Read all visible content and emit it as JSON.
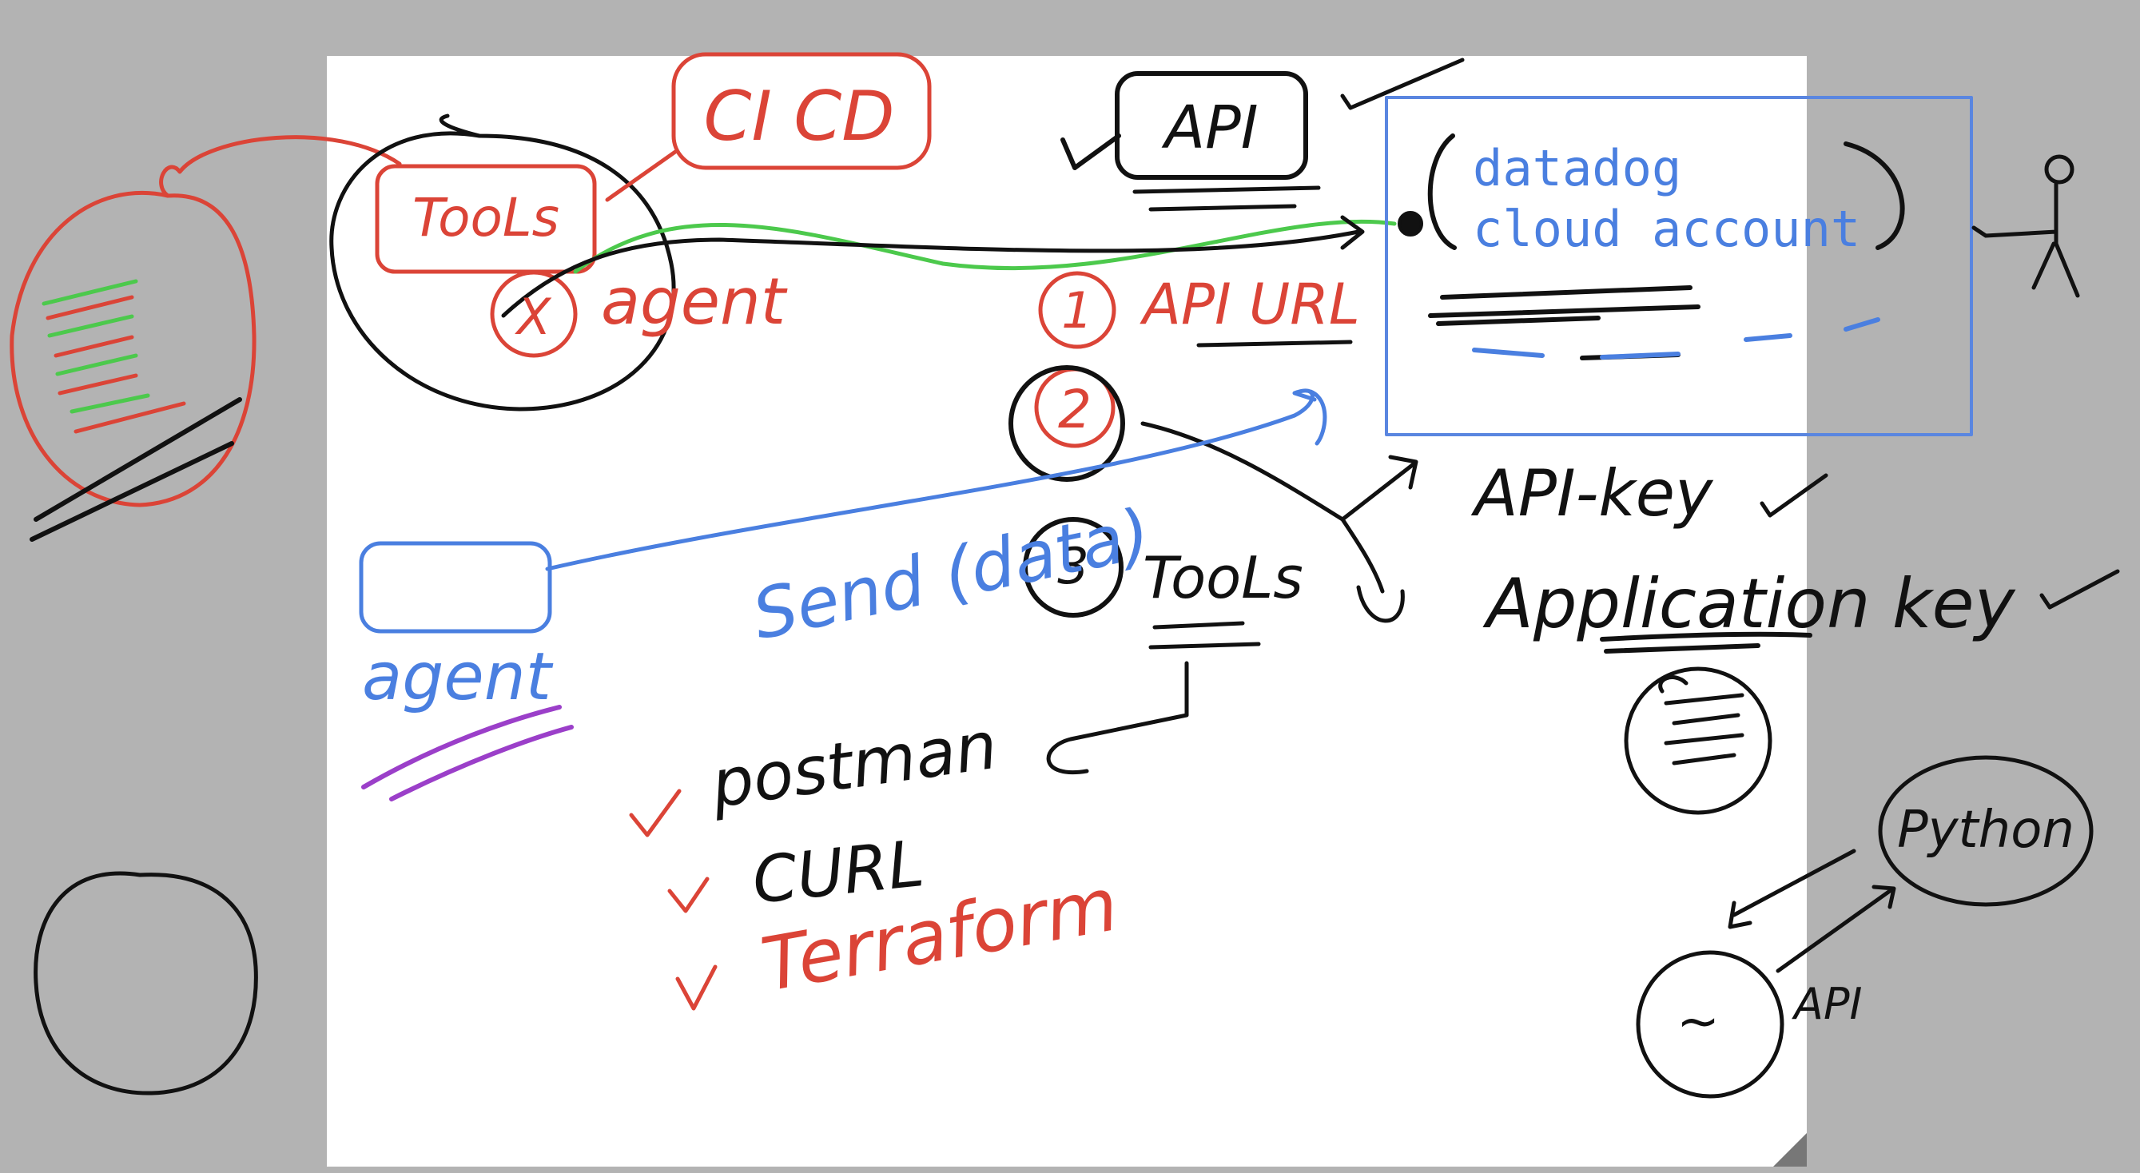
{
  "colors": {
    "canvas_bg": "#b3b3b3",
    "page_bg": "#ffffff",
    "ink_black": "#111111",
    "ink_red": "#db4437",
    "ink_blue": "#4a7fe0",
    "ink_green": "#4cc94c",
    "ink_purple": "#9b3fc9",
    "box_blue": "#5a86e0"
  },
  "labels": {
    "ci_cd": "CI CD",
    "tools_top": "TooLs",
    "agent_red": "agent",
    "x_mark": "X",
    "api": "API",
    "step_1": "1",
    "api_url": "API URL",
    "step_2": "2",
    "step_3": "3",
    "tools_mid": "TooLs",
    "send_data": "Send (data)",
    "agent_blue": "agent",
    "api_key": "API-key",
    "application_key": "Application key",
    "postman": "postman",
    "curl": "CURL",
    "terraform": "Terraform",
    "python": "Python",
    "api_small": "API",
    "tilde": "~",
    "check": "✓"
  },
  "datadog_box": {
    "line1": "datadog",
    "line2": "cloud account"
  }
}
